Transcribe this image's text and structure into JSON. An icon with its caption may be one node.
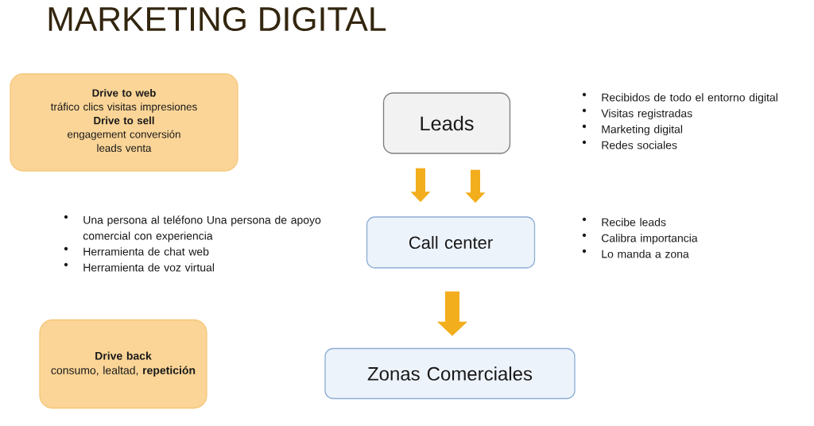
{
  "diagram": {
    "title": "MARKETING DIGITAL",
    "nodes": [
      {
        "text": [
          "Drive to web",
          "tráfico clics visitas  impresiones",
          "Drive to sell",
          "engagement  conversión leads venta"
        ]
      },
      {
        "text": [
          "Leads"
        ],
        "beside": [
          "Recibidos de todo el entorno digital",
          "Visitas registradas",
          "Marketing digital",
          "Redes sociales"
        ]
      },
      {
        "text": [
          "Call center"
        ],
        "beside": [
          "Recibe leads",
          "Calibra importancia",
          "Lo manda a zona"
        ]
      },
      {
        "text": [
          "Zonas Comerciales"
        ]
      },
      {
        "text": [
          "Drive back",
          "consumo, lealtad, **repetición**"
        ]
      }
    ],
    "edges": [
      {
        "from": 1,
        "to": 2,
        "arrow": "to"
      },
      {
        "from": 1,
        "to": 2,
        "arrow": "to"
      },
      {
        "from": 2,
        "to": 3,
        "arrow": "to"
      }
    ],
    "labels": [
      "Una persona al teléfono Una persona de apoyo comercial con experiencia",
      "Herramienta de chat web",
      "Herramienta de voz virtual"
    ]
  }
}
